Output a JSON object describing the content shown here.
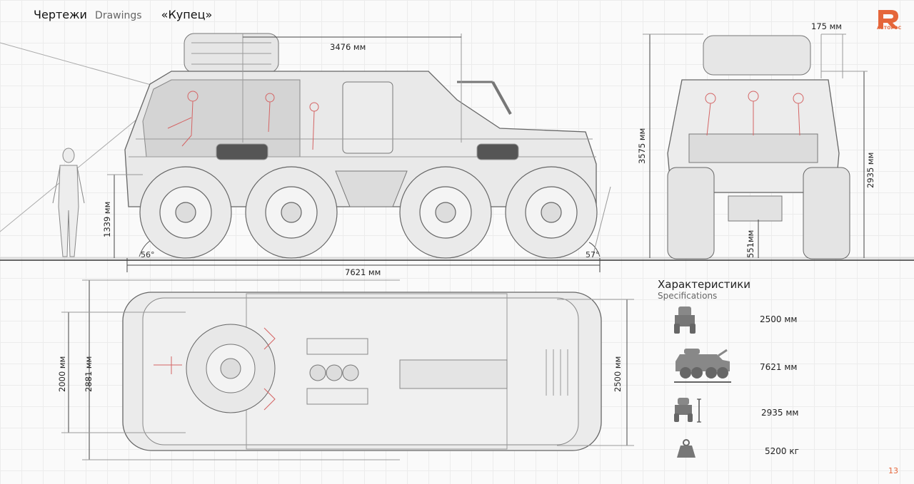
{
  "header": {
    "title_ru": "Чертежи",
    "title_en": "Drawings",
    "vehicle_name": "«Купец»"
  },
  "brand": {
    "name": "АВТОРОС",
    "accent_color": "#e5663a"
  },
  "page_number": "13",
  "dimensions": {
    "roof_length": "3476 мм",
    "mirror_offset": "175 мм",
    "height_total": "3575 мм",
    "height_body": "2935 мм",
    "wheelbase_height": "1339 мм",
    "ground_clearance": "551мм",
    "total_length": "7621 мм",
    "approach_angle": "56°",
    "departure_angle": "57°",
    "track_width": "2000 мм",
    "top_width": "2881 мм",
    "body_width": "2500 мм"
  },
  "specs": {
    "title_ru": "Характеристики",
    "title_en": "Specifications",
    "items": [
      {
        "icon": "front-view-icon",
        "value": "2500 мм"
      },
      {
        "icon": "side-view-icon",
        "value": "7621 мм"
      },
      {
        "icon": "height-icon",
        "value": "2935 мм"
      },
      {
        "icon": "weight-icon",
        "value": "5200 кг"
      }
    ]
  }
}
